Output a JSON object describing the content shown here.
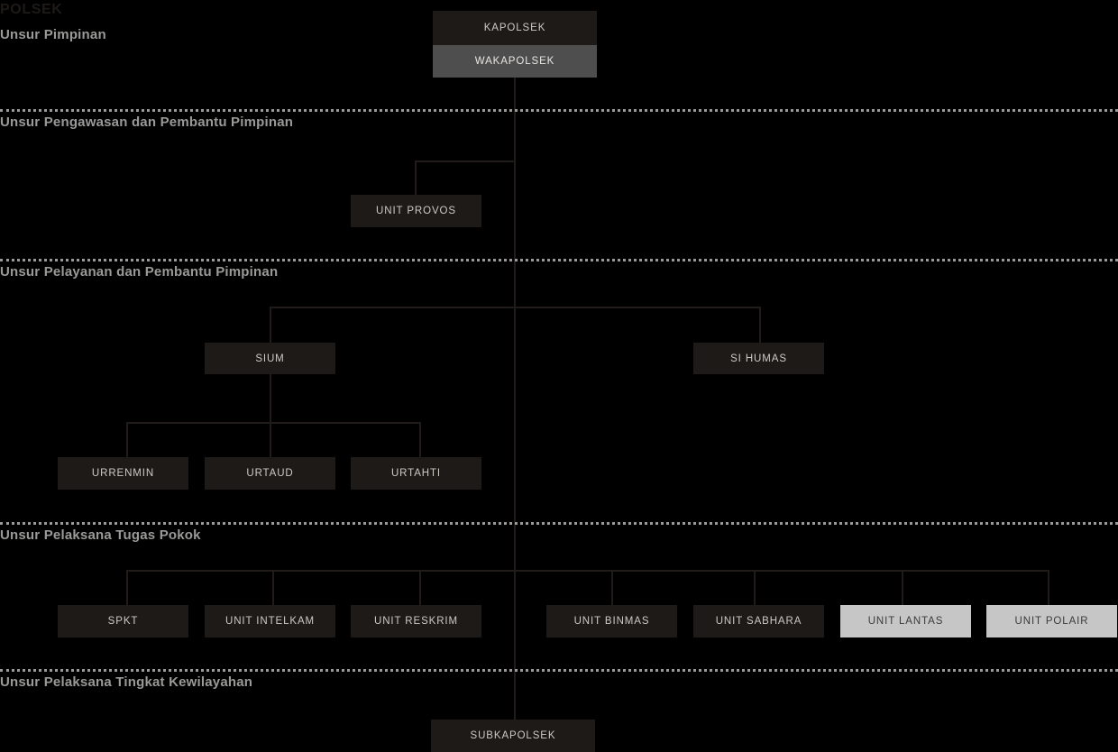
{
  "page": {
    "title": "POLSEK",
    "background": "#000000"
  },
  "colors": {
    "box_dark": "#1e1a18",
    "box_mid": "#4e4e4e",
    "box_light": "#c6c6c6",
    "text_light": "#cfc9c4",
    "text_dark": "#3d3a38",
    "label": "#9a9a98",
    "line": "#211c19"
  },
  "sections": [
    {
      "label": "Unsur Pimpinan"
    },
    {
      "label": "Unsur Pengawasan dan Pembantu Pimpinan"
    },
    {
      "label": "Unsur Pelayanan dan Pembantu Pimpinan"
    },
    {
      "label": "Unsur Pelaksana Tugas Pokok"
    },
    {
      "label": "Unsur Pelaksana Tingkat Kewilayahan"
    }
  ],
  "nodes": {
    "kapolsek": "KAPOLSEK",
    "wakapolsek": "WAKAPOLSEK",
    "unit_provos": "UNIT PROVOS",
    "sium": "SIUM",
    "si_humas": "SI HUMAS",
    "urrenmin": "URRENMIN",
    "urtaud": "URTAUD",
    "urtahti": "URTAHTI",
    "spkt": "SPKT",
    "unit_intelkam": "UNIT INTELKAM",
    "unit_reskrim": "UNIT RESKRIM",
    "unit_binmas": "UNIT BINMAS",
    "unit_sabhara": "UNIT SABHARA",
    "unit_lantas": "UNIT LANTAS",
    "unit_polair": "UNIT POLAIR",
    "subkapolsek": "SUBKAPOLSEK"
  }
}
